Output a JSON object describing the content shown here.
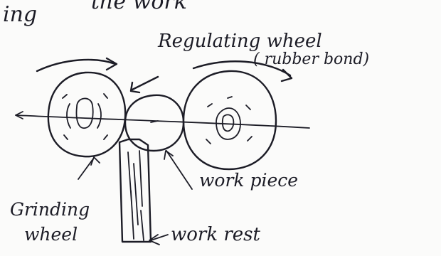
{
  "labels": {
    "header_fragment_left": "ing",
    "header_fragment_right": "the work",
    "regulating_wheel": "Regulating wheel",
    "rubber_bond": "( rubber bond)",
    "work_piece": "work piece",
    "grinding": "Grinding",
    "wheel": "wheel",
    "work_rest": "work rest"
  },
  "colors": {
    "ink": "#1c1c26",
    "paper": "#fbfbfa"
  }
}
